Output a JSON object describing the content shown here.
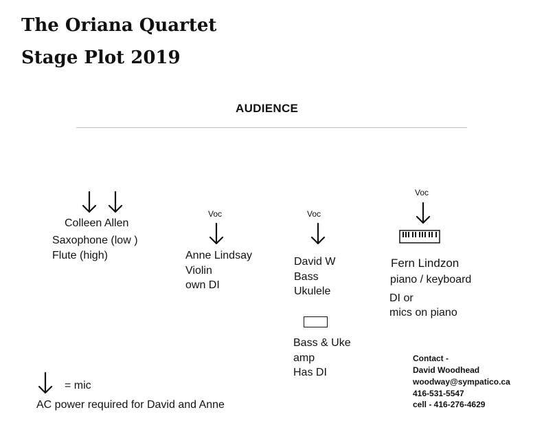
{
  "header": {
    "title": "The Oriana Quartet",
    "subtitle": "Stage Plot 2019"
  },
  "stage": {
    "audience_label": "AUDIENCE"
  },
  "performers": {
    "colleen": {
      "name": "Colleen Allen",
      "line1": "Saxophone (low )",
      "line2": "Flute  (high)"
    },
    "anne": {
      "voc": "Voc",
      "name": "Anne Lindsay",
      "line1": "Violin",
      "line2": "own DI"
    },
    "david": {
      "voc": "Voc",
      "name": "David W",
      "line1": "Bass",
      "line2": "Ukulele",
      "amp_line1": "Bass & Uke",
      "amp_line2": "amp",
      "amp_line3": "Has DI"
    },
    "fern": {
      "voc": "Voc",
      "name": "Fern Lindzon",
      "line1": "piano / keyboard",
      "line2": "DI or",
      "line3": "mics on piano"
    }
  },
  "legend": {
    "mic_label": "= mic",
    "power_note": "AC power required for David and Anne"
  },
  "contact": {
    "heading": "Contact -",
    "name": "David Woodhead",
    "email": "woodway@sympatico.ca",
    "phone": "416-531-5547",
    "cell": "cell - 416-276-4629"
  },
  "icons": {
    "mic": "down-arrow-icon",
    "keyboard": "keyboard-icon",
    "amp": "amp-box-icon"
  }
}
